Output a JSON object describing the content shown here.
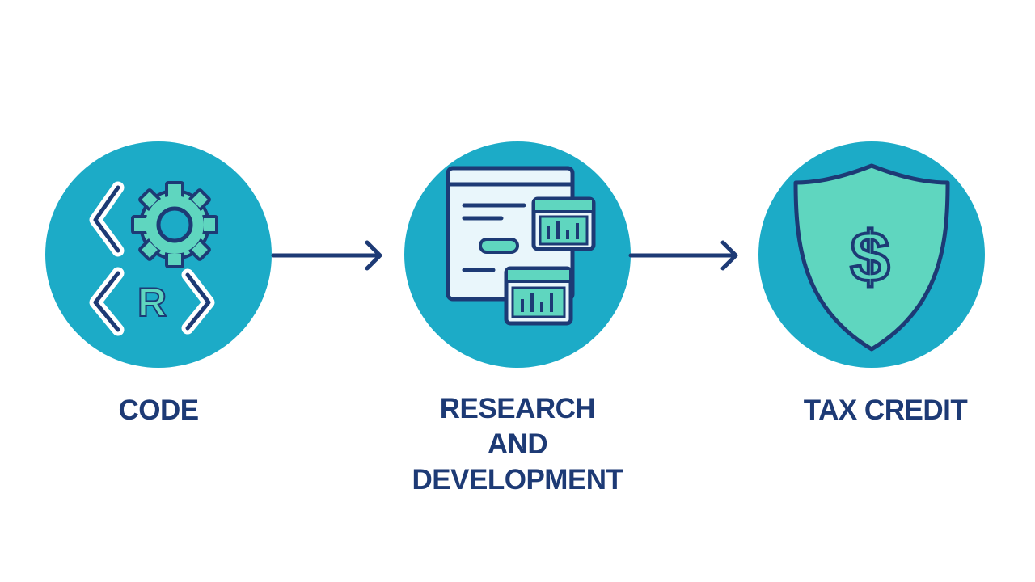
{
  "colors": {
    "circle": "#1cabc7",
    "ink": "#1d3a75",
    "accent": "#5fd6bf",
    "panel": "#e9f6fb",
    "background": "#ffffff"
  },
  "steps": [
    {
      "icon": "code-gear-icon",
      "lines": [
        "CODE"
      ]
    },
    {
      "icon": "research-window-chart-icon",
      "lines": [
        "RESEARCH",
        "AND",
        "DEVELOPMENT"
      ]
    },
    {
      "icon": "shield-dollar-icon",
      "lines": [
        "TAX CREDIT"
      ]
    }
  ],
  "code_icon_letter": "R",
  "shield_symbol": "$"
}
